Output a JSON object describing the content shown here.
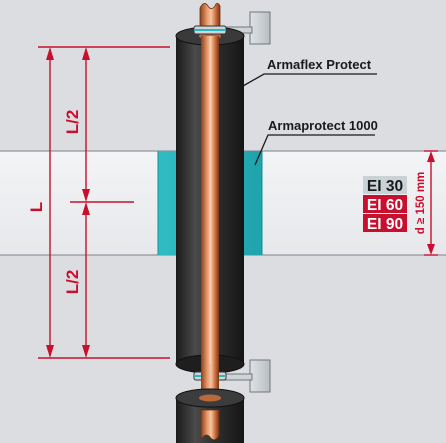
{
  "labels": {
    "armaflex": "Armaflex Protect",
    "armaprotect": "Armaprotect 1000"
  },
  "dimensions": {
    "total": "L",
    "half_top": "L/2",
    "half_bottom": "L/2",
    "wall_thickness": "d ≥ 150 mm"
  },
  "ratings": [
    {
      "text": "EI 30",
      "color": "#5e6a73"
    },
    {
      "text": "EI 60",
      "color": "#c8102e"
    },
    {
      "text": "EI 90",
      "color": "#c8102e"
    }
  ],
  "colors": {
    "background": "#dcdde0",
    "wall": "#eeeff1",
    "seal": "#2bb7bf",
    "insulation": "#2b2b2b",
    "pipe": "#c8734a",
    "dimension": "#c8102e"
  }
}
